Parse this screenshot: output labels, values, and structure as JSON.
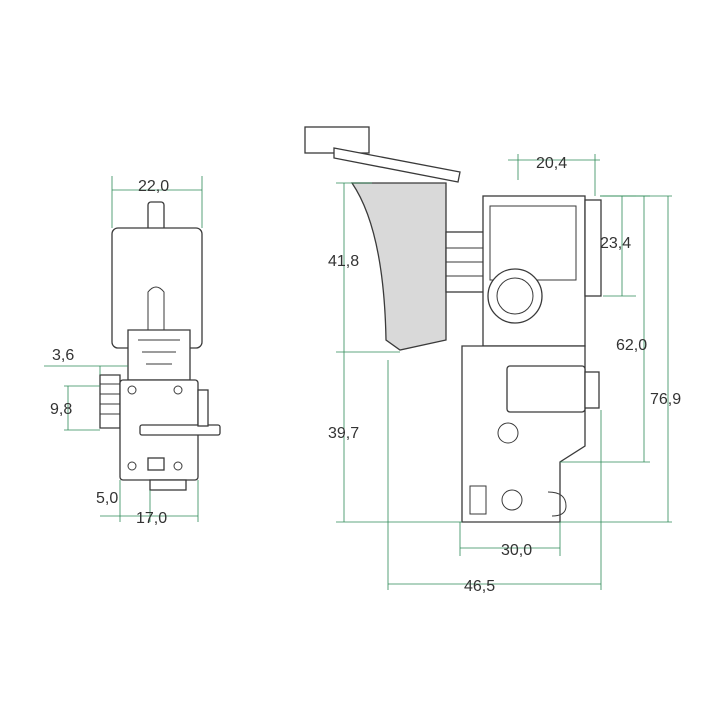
{
  "dimensions": {
    "side_width_top": "22,0",
    "side_offset": "3,6",
    "side_connector_height": "9,8",
    "side_bottom_offset": "5,0",
    "side_bottom_width": "17,0",
    "front_top_width": "20,4",
    "front_trigger_height": "41,8",
    "front_lower_height": "39,7",
    "front_upper_block": "23,4",
    "front_body_height": "62,0",
    "front_total_height": "76,9",
    "front_base_width": "30,0",
    "front_total_width": "46,5"
  },
  "colors": {
    "outline": "#3a3a3a",
    "dimension_line": "#2e8b57",
    "trigger_fill": "#d9d9d9",
    "label": "#333333"
  }
}
